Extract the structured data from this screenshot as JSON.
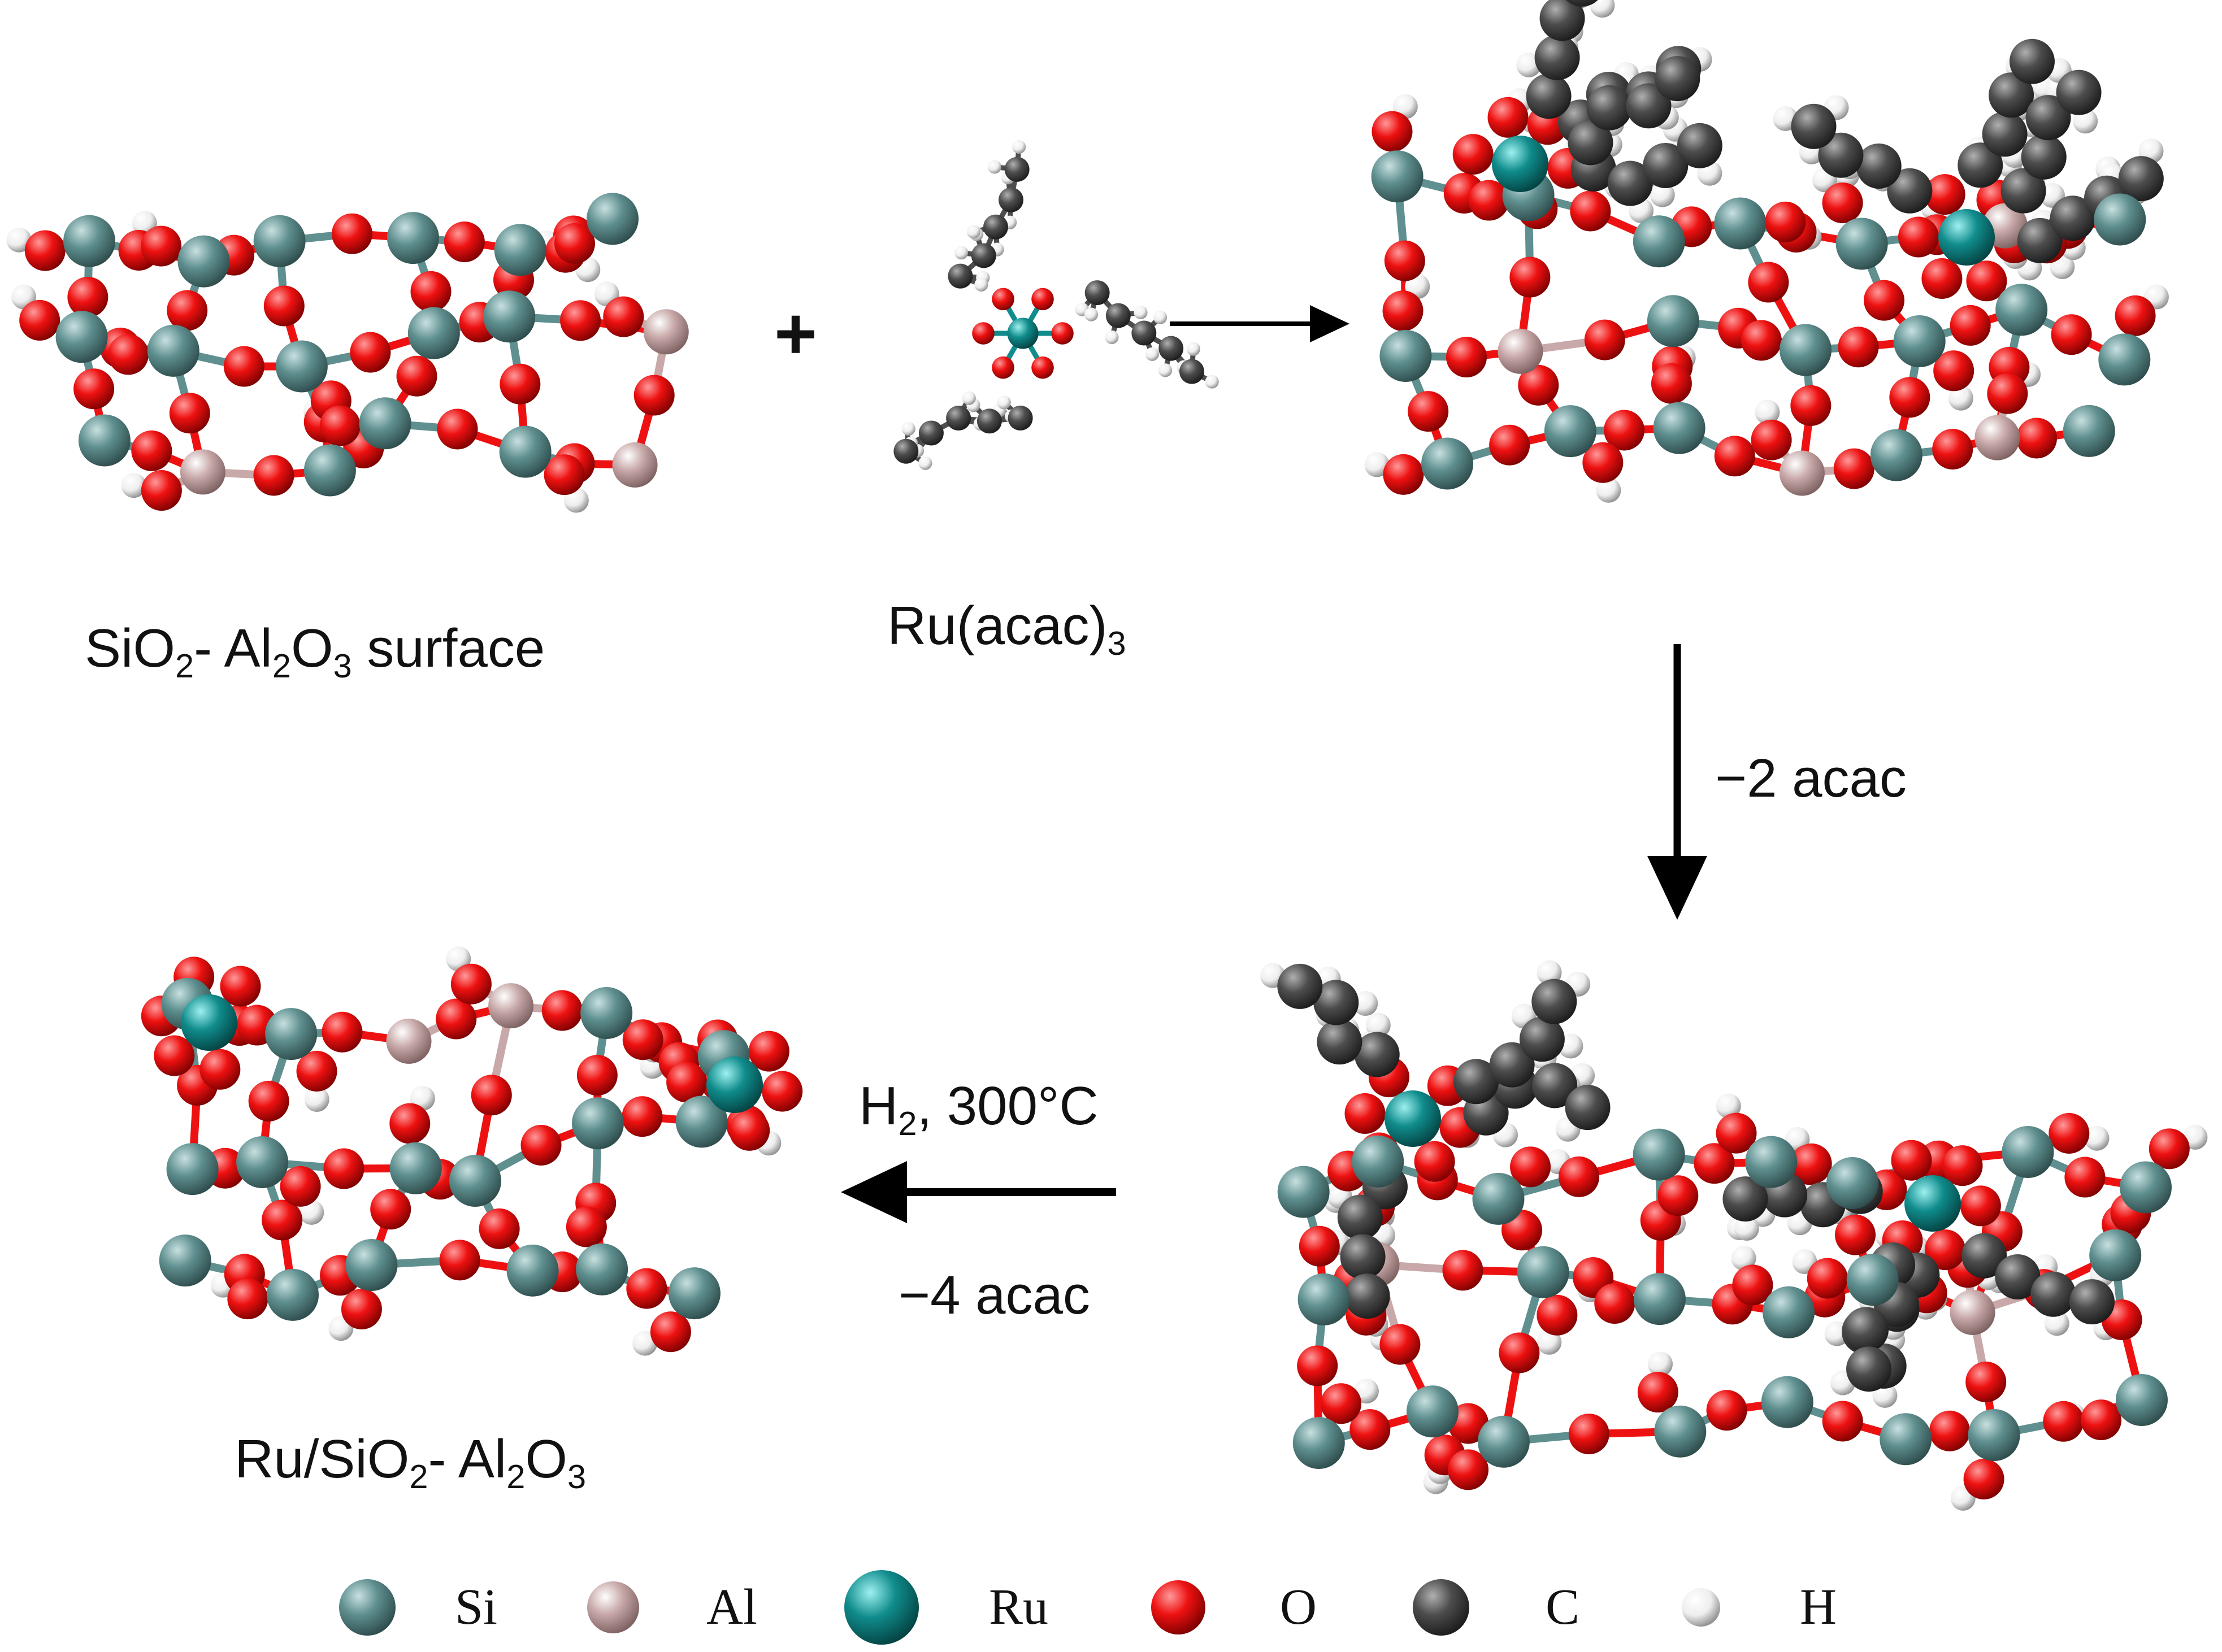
{
  "captions": {
    "surface": {
      "main": "SiO",
      "s1": "2",
      "mid": "- Al",
      "s2": "2",
      "o": "O",
      "s3": "3",
      "tail": " surface"
    },
    "precursor": {
      "main": "Ru(acac)",
      "s1": "3"
    },
    "product": {
      "main": "Ru/SiO",
      "s1": "2",
      "mid": "- Al",
      "s2": "2",
      "o": "O",
      "s3": "3"
    }
  },
  "plus_sign": "+",
  "steps": {
    "step2_label": "−2 acac",
    "step3_condition": {
      "h": "H",
      "sub": "2",
      "rest": ", 300°C"
    },
    "step3_label": "−4 acac"
  },
  "legend": [
    {
      "label": "Si",
      "color": "#5f8f8f"
    },
    {
      "label": "Al",
      "color": "#c8a8a8"
    },
    {
      "label": "Ru",
      "color": "#108c8c"
    },
    {
      "label": "O",
      "color": "#ff0000"
    },
    {
      "label": "C",
      "color": "#555555"
    },
    {
      "label": "H",
      "color": "#f2f2f2"
    }
  ],
  "colors": {
    "Si": "#5f8f8f",
    "Al": "#c8a8a8",
    "Ru": "#108c8c",
    "O": "#ee1111",
    "C": "#4d4d4d",
    "H": "#eeeeee",
    "arrow": "#000000"
  }
}
